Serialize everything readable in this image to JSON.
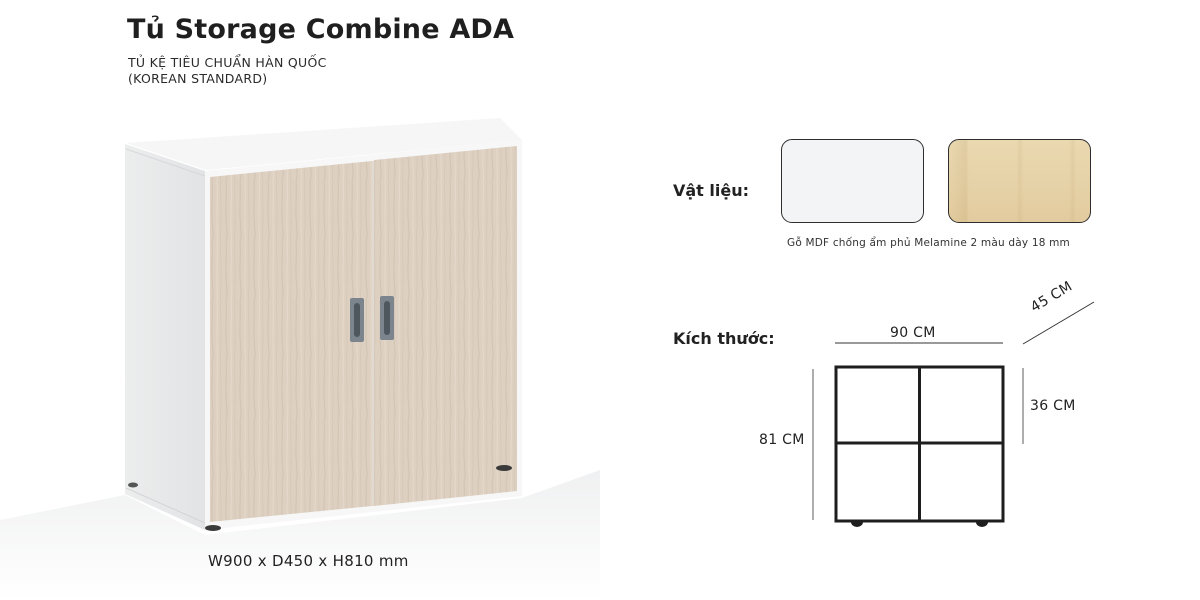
{
  "header": {
    "title": "Tủ Storage Combine ADA",
    "subtitle_line1": "TỦ KỆ TIÊU CHUẨN HÀN QUỐC",
    "subtitle_line2": "(KOREAN STANDARD)"
  },
  "product": {
    "image_alt": "White storage cabinet with two light wood doors and grey recessed handles",
    "dimensions_caption": "W900 x D450 x H810 mm",
    "colors": {
      "body": "#f1f2f3",
      "door_wood": "#ddd0c1",
      "handle": "#6b747c"
    }
  },
  "materials": {
    "label": "Vật liệu:",
    "swatches": [
      {
        "name": "white-melamine",
        "color": "#f3f4f6"
      },
      {
        "name": "maple-wood-melamine",
        "color": "#e6d2a8"
      }
    ],
    "note": "Gỗ MDF chống ẩm phủ Melamine 2 màu dày 18 mm"
  },
  "dimensions": {
    "label": "Kích thước:",
    "width": "90 CM",
    "depth": "45 CM",
    "height": "81 CM",
    "shelf_height": "36 CM"
  }
}
